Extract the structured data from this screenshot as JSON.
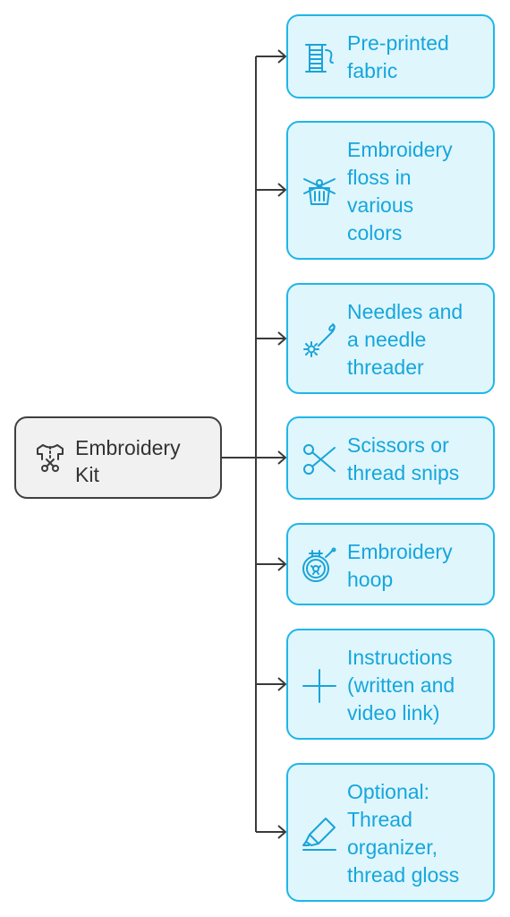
{
  "root": {
    "label": "Embroidery\nKit",
    "icon": "shirt-scissors-icon"
  },
  "items": [
    {
      "label": "Pre-printed\nfabric",
      "icon": "thread-spool-icon"
    },
    {
      "label": "Embroidery\nfloss in\nvarious\ncolors",
      "icon": "yarn-knitting-icon"
    },
    {
      "label": "Needles and\na needle\nthreader",
      "icon": "needle-icon"
    },
    {
      "label": "Scissors or\nthread snips",
      "icon": "scissors-icon"
    },
    {
      "label": "Embroidery\nhoop",
      "icon": "embroidery-hoop-icon"
    },
    {
      "label": "Instructions\n(written and\nvideo link)",
      "icon": "plus-icon"
    },
    {
      "label": "Optional:\nThread\norganizer,\nthread gloss",
      "icon": "highlighter-icon"
    }
  ],
  "colors": {
    "root_border": "#3f3f3f",
    "root_fill": "#f1f1f1",
    "child_border": "#1fb6e8",
    "child_fill": "#dff6fd",
    "child_text": "#16a6dc",
    "connector": "#3a3a3a"
  }
}
